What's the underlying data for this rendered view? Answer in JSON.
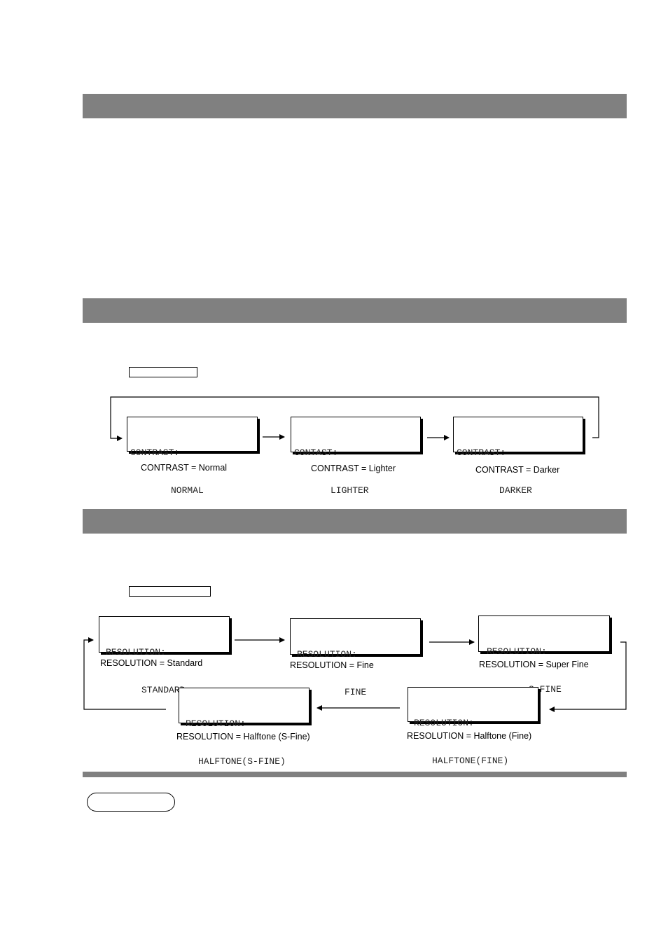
{
  "contrast": {
    "displays": [
      {
        "line1": "CONTRAST:",
        "line2": "NORMAL",
        "caption": "CONTRAST = Normal"
      },
      {
        "line1": "CONTAST:",
        "line2": "LIGHTER",
        "caption": "CONTRAST = Lighter"
      },
      {
        "line1": "CONTRAST:",
        "line2": "DARKER",
        "caption": "CONTRAST = Darker"
      }
    ]
  },
  "resolution": {
    "displays": [
      {
        "line1": "RESOLUTION:",
        "line2": "STANDARD",
        "caption": "RESOLUTION = Standard"
      },
      {
        "line1": "RESOLUTION:",
        "line2": "FINE",
        "caption": "RESOLUTION = Fine"
      },
      {
        "line1": "RESOLUTION:",
        "line2": "S-FINE",
        "caption": "RESOLUTION = Super Fine"
      },
      {
        "line1": "RESOLUTION:",
        "line2": "HALFTONE(FINE)",
        "caption": "RESOLUTION = Halftone (Fine)"
      },
      {
        "line1": "RESOLUTION:",
        "line2": "HALFTONE(S-FINE)",
        "caption": "RESOLUTION = Halftone (S-Fine)"
      }
    ]
  }
}
